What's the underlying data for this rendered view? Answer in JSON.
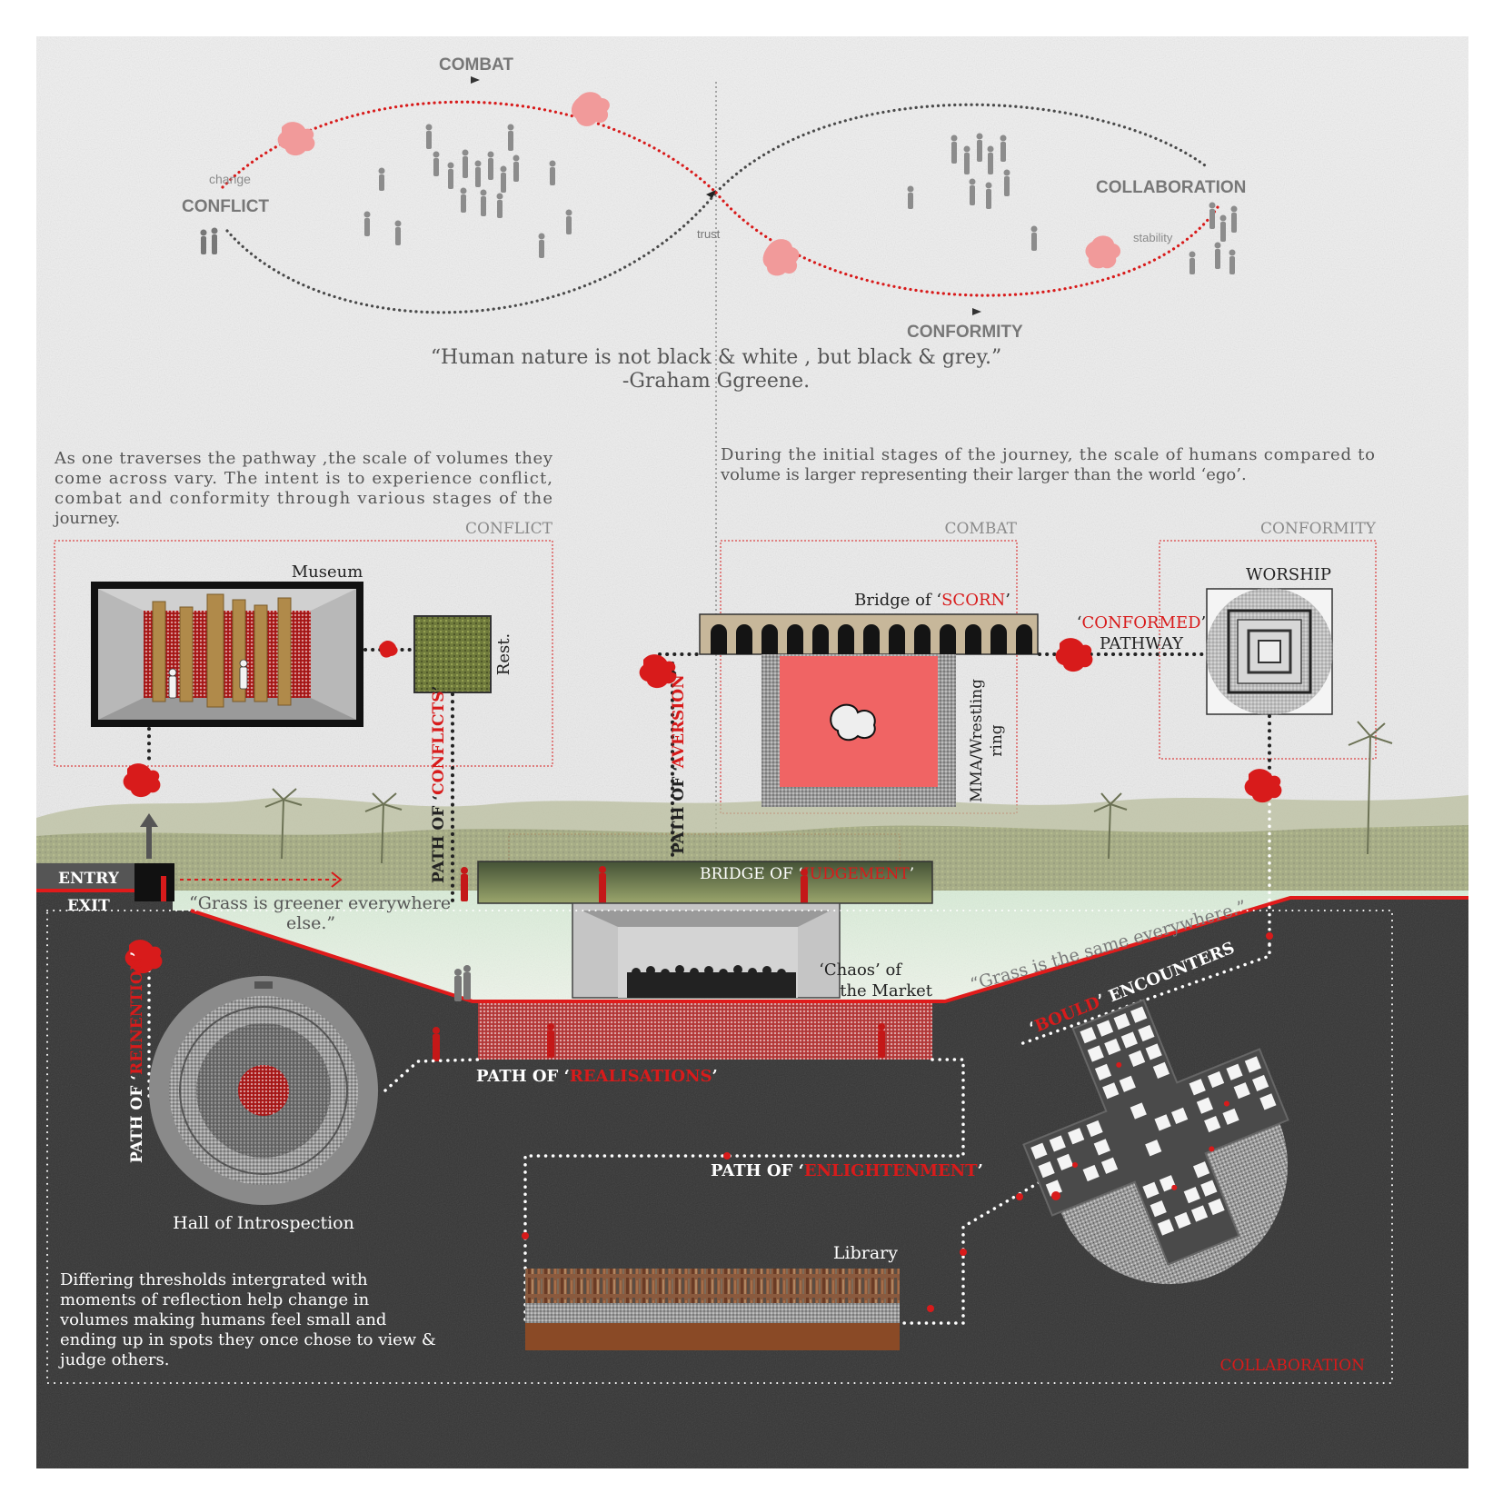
{
  "cycle": {
    "labels": {
      "combat": "COMBAT",
      "conflict": "CONFLICT",
      "change": "change",
      "trust": "trust",
      "collaboration": "COLLABORATION",
      "stability": "stability",
      "conformity": "CONFORMITY"
    },
    "quote": "“Human nature is  not black & white , but black & grey.”",
    "quote_author": "-Graham Ggreene."
  },
  "intro_left": [
    "As one traverses the pathway ,the scale of volumes they",
    "come across vary. The  intent is to experience conflict,",
    "combat and conformity through various stages of the",
    "journey."
  ],
  "intro_right": [
    "During the initial stages of the journey, the scale of humans compared to",
    "volume is larger representing their larger than the world ‘ego’."
  ],
  "zones": {
    "conflict": "CONFLICT",
    "combat": "COMBAT",
    "conformity": "CONFORMITY",
    "collaboration": "COLLABORATION"
  },
  "spaces": {
    "museum": "Museum",
    "rest": "Rest.",
    "bridge_scorn_prefix": "Bridge of ‘",
    "bridge_scorn_word": "SCORN",
    "bridge_scorn_suffix": "’",
    "mma": [
      "MMA/Wrestling",
      "ring"
    ],
    "worship": "WORSHIP",
    "conformed_prefix": "‘",
    "conformed_word": "CONFORMED",
    "conformed_suffix": "’",
    "pathway": "PATHWAY",
    "bridge_judgement_prefix": "BRIDGE OF ‘",
    "bridge_judgement_word": "JUDGEMENT",
    "bridge_judgement_suffix": "’",
    "chaos": [
      "‘Chaos’ of",
      "the Market"
    ],
    "hall": "Hall of Introspection",
    "library": "Library"
  },
  "paths": {
    "conflicts_prefix": "PATH OF ‘",
    "conflicts_word": "CONFLICTS",
    "conflicts_suffix": "’",
    "aversion_prefix": "PATH OF ‘",
    "aversion_word": "AVERSION",
    "aversion_suffix": "’",
    "reinvention_prefix": "PATH OF ‘",
    "reinvention_word": "REINENTION",
    "reinvention_suffix": "’",
    "realisations_prefix": "PATH OF ‘",
    "realisations_word": "REALISATIONS",
    "realisations_suffix": "’",
    "enlightenment_prefix": "PATH OF ‘",
    "enlightenment_word": "ENLIGHTENMENT",
    "enlightenment_suffix": "’",
    "bould_prefix": "‘",
    "bould_word": "BOULD",
    "bould_suffix": "’ ENCOUNTERS"
  },
  "ground": {
    "entry": "ENTRY",
    "exit": "EXIT",
    "grass_greener": [
      "“Grass is greener everywhere",
      "else.”"
    ],
    "grass_same": "“Grass is the same everywhere.”"
  },
  "footer_text": [
    "Differing thresholds intergrated with",
    "moments of reflection help change in",
    "volumes making humans feel small and",
    "ending up in spots they once chose to view &",
    "judge others."
  ],
  "colors": {
    "accent_red": "#d81b1b",
    "dark_ground": "#333333",
    "light_bg": "#ececec"
  }
}
